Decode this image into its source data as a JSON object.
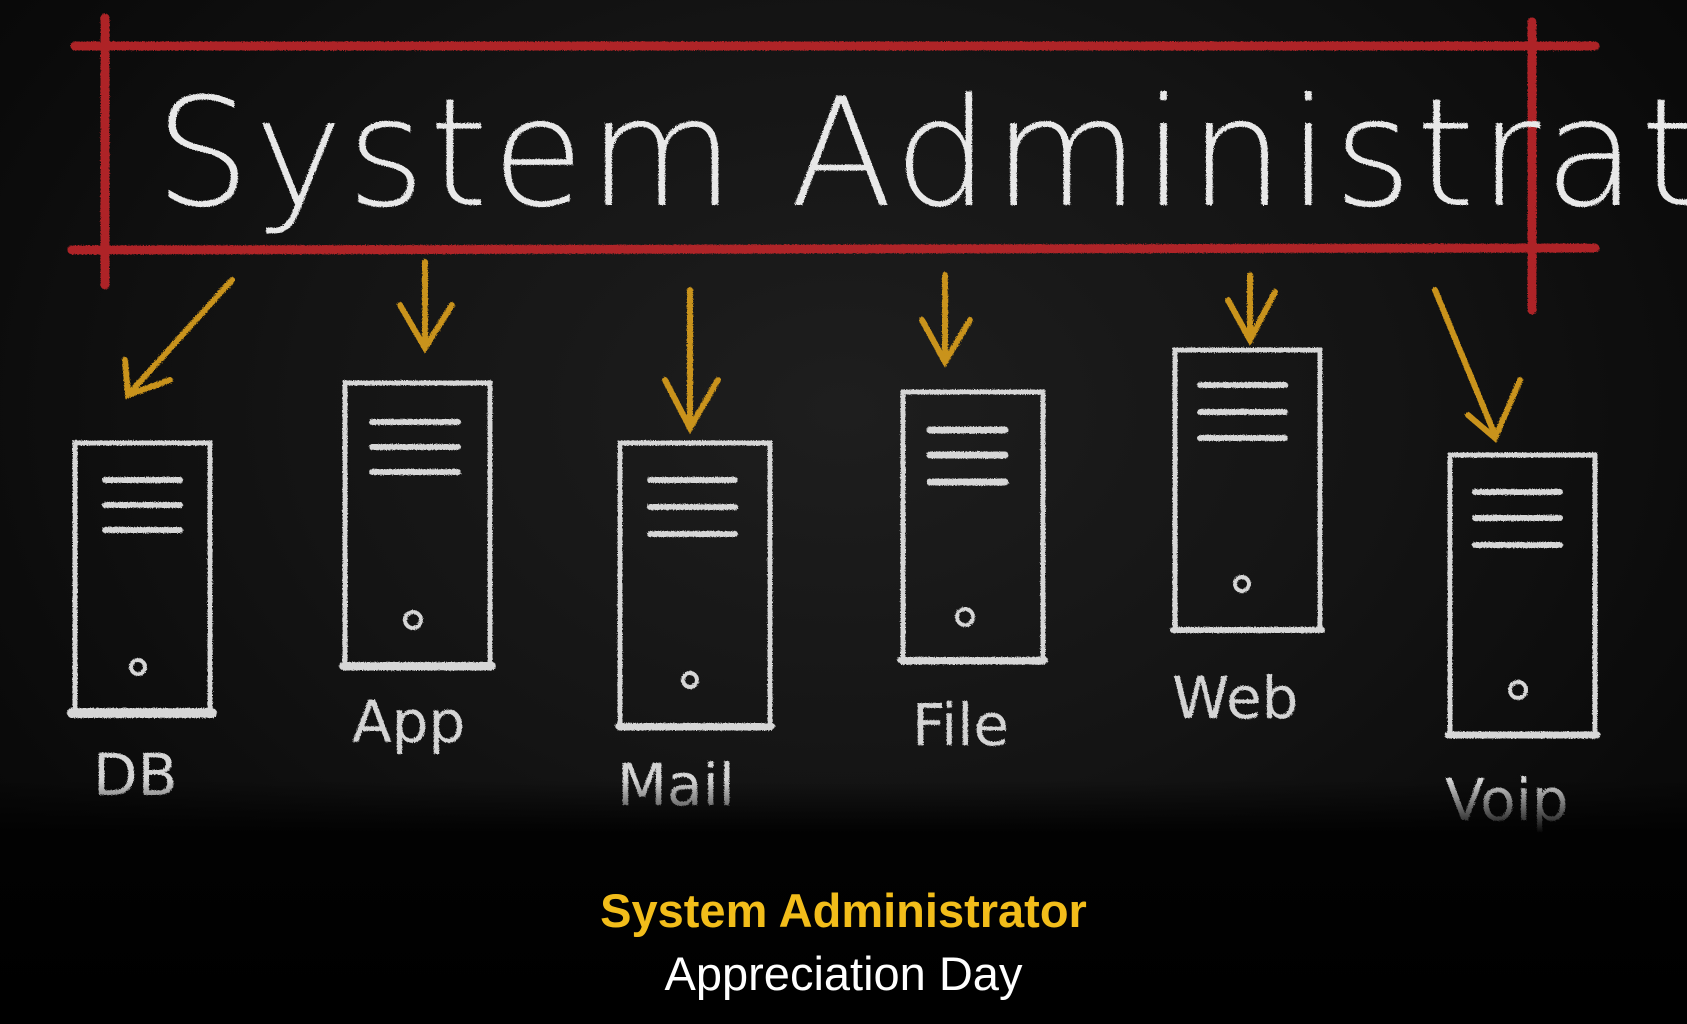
{
  "chalkboard": {
    "heading": "System Administrator",
    "servers": [
      {
        "label": "DB"
      },
      {
        "label": "App"
      },
      {
        "label": "Mail"
      },
      {
        "label": "File"
      },
      {
        "label": "Web"
      },
      {
        "label": "Voip"
      }
    ],
    "icons": [
      "server-icon",
      "arrow-down-icon"
    ]
  },
  "caption": {
    "title": "System Administrator",
    "subtitle": "Appreciation Day"
  },
  "colors": {
    "frame": "#c0282c",
    "arrow": "#c9931a",
    "chalk": "#d9d9d9",
    "caption_title": "#f2bd1a",
    "caption_subtitle": "#ffffff",
    "background": "#000000"
  }
}
